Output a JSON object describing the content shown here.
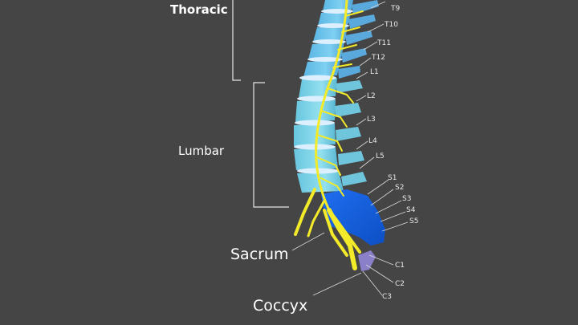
{
  "colors": {
    "background": "#454545",
    "thoracic_vertebra": "#6ec8ee",
    "lumbar_vertebra": "#7fd6e6",
    "sacrum": "#1560e0",
    "coccyx": "#8a7fc9",
    "nerve": "#f3ea2a",
    "disc": "#dcefff",
    "label_text": "#ffffff"
  },
  "regions": {
    "thoracic": "Thoracic",
    "lumbar": "Lumbar",
    "sacrum": "Sacrum",
    "coccyx": "Coccyx"
  },
  "vertebra_labels": {
    "thoracic": [
      "T9",
      "T10",
      "T11",
      "T12"
    ],
    "lumbar": [
      "L1",
      "L2",
      "L3",
      "L4",
      "L5"
    ],
    "sacral": [
      "S1",
      "S2",
      "S3",
      "S4",
      "S5"
    ],
    "coccygeal": [
      "C1",
      "C2",
      "C3"
    ]
  }
}
